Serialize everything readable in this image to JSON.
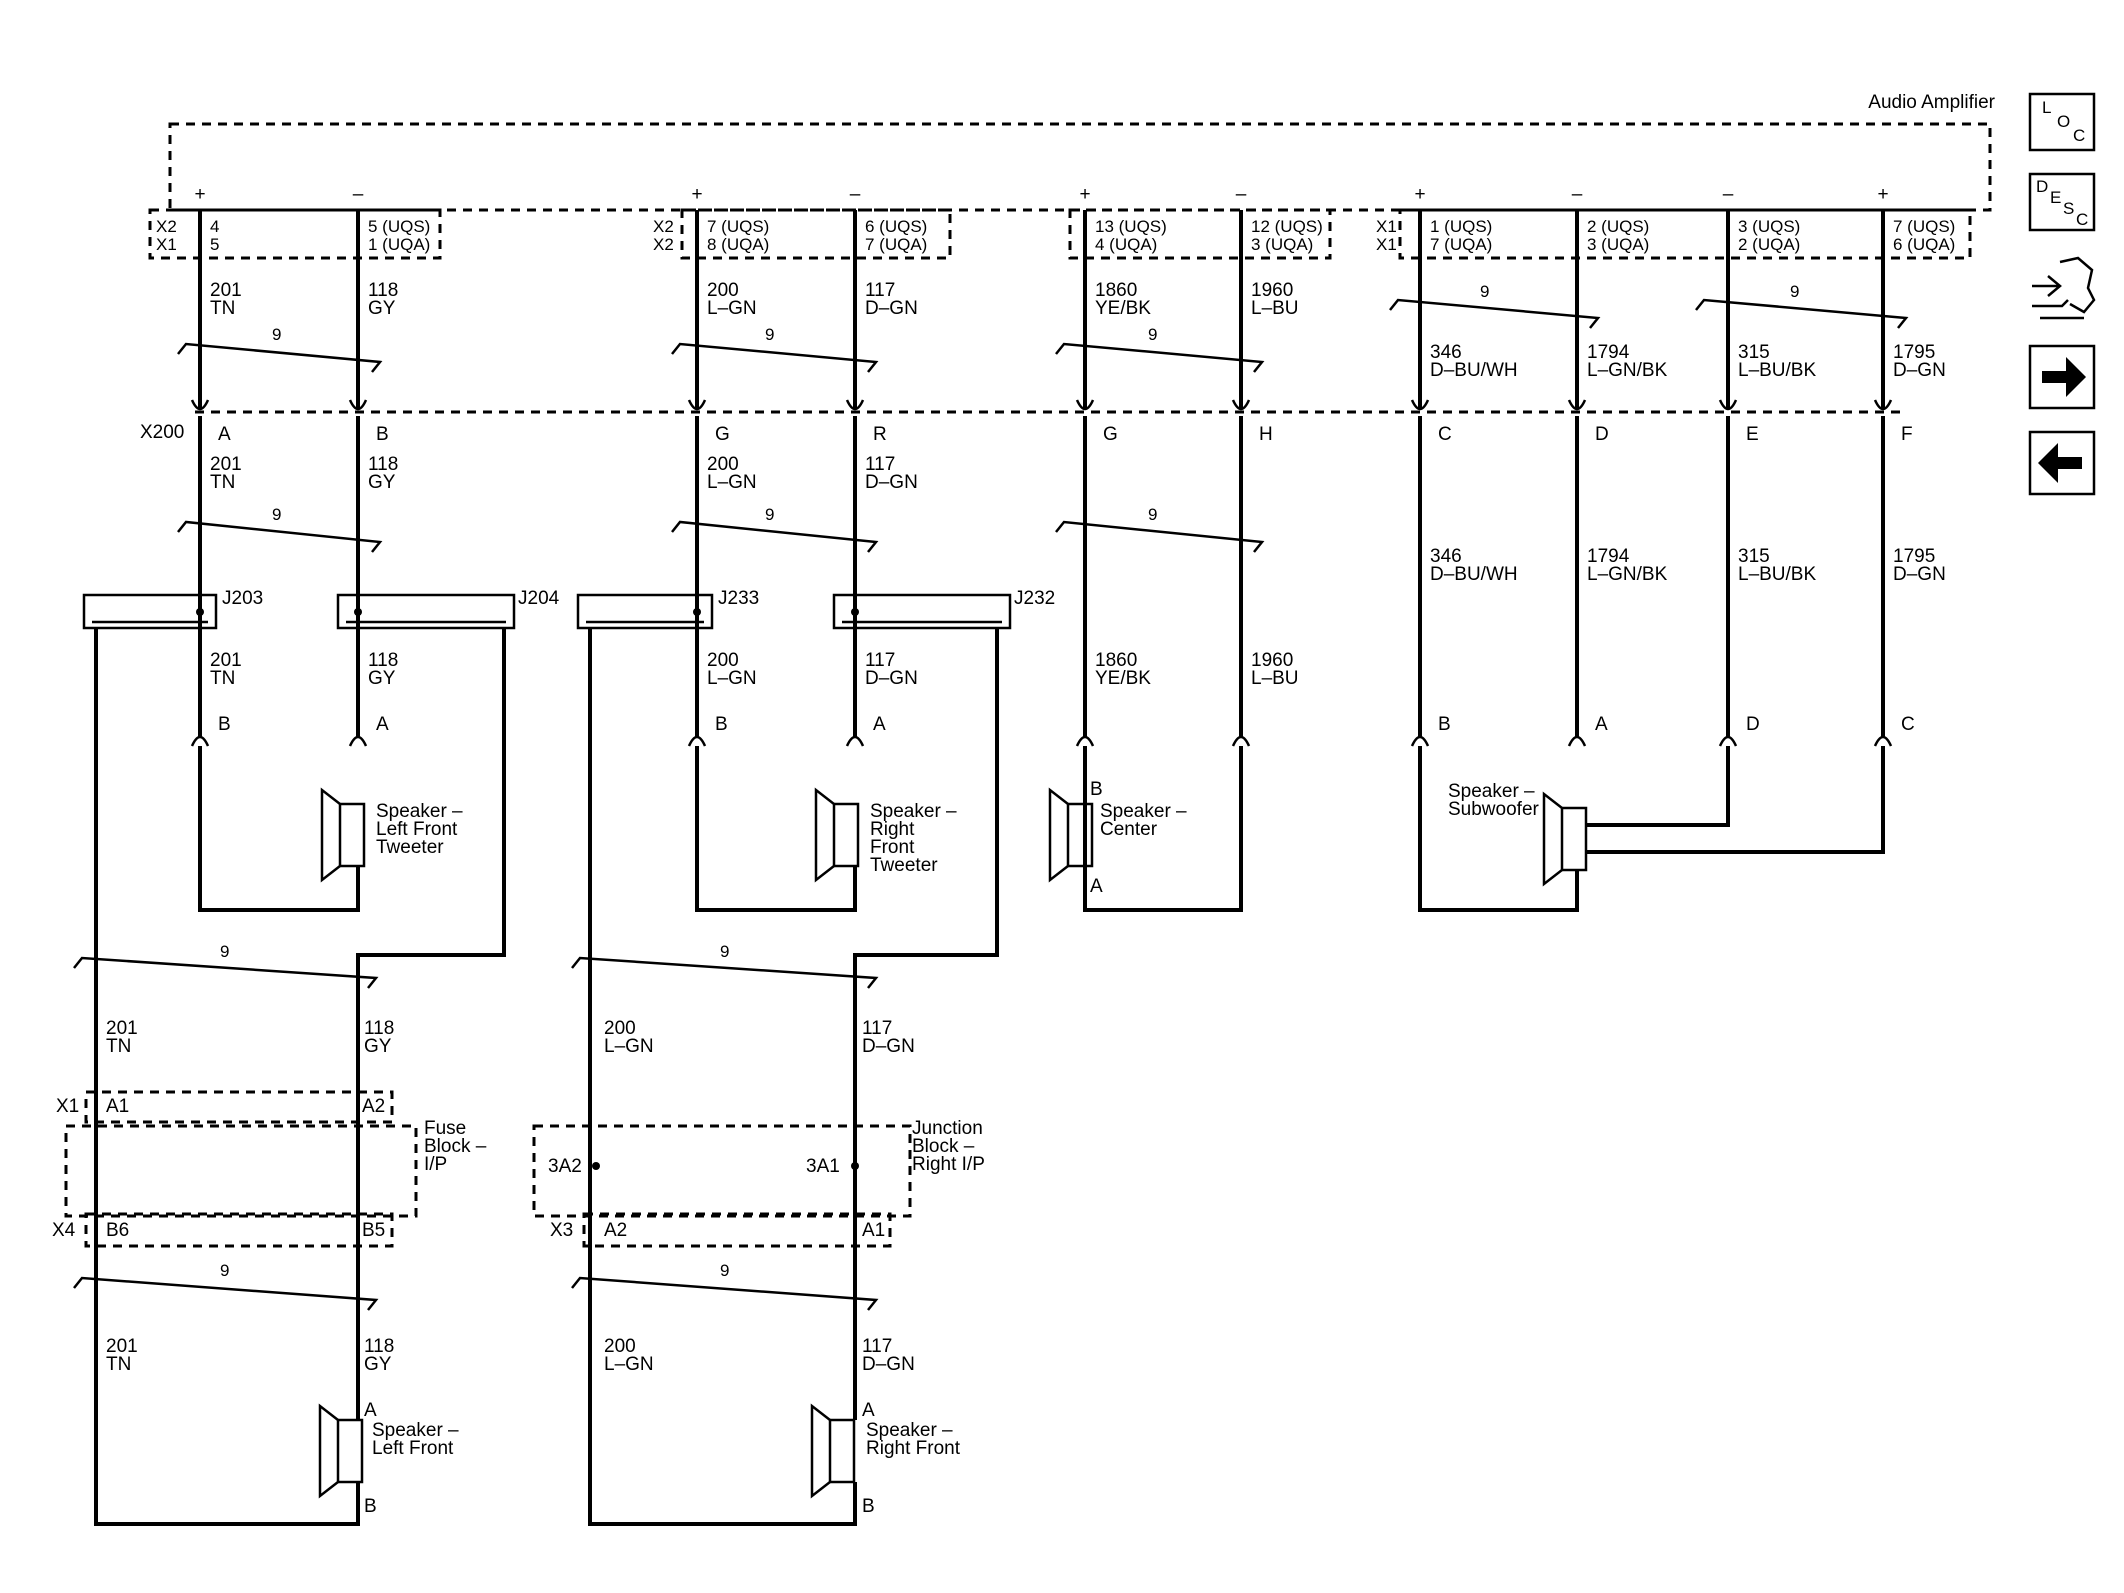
{
  "amplifier": {
    "title": "Audio Amplifier",
    "pins": [
      {
        "pol": "+",
        "conn": "X2\nX1",
        "pin": "4\n5",
        "wire": "201\nTN"
      },
      {
        "pol": "–",
        "conn": "",
        "pin": "5 (UQS)\n1 (UQA)",
        "wire": "118\nGY"
      },
      {
        "pol": "+",
        "conn": "X2\nX2",
        "pin": "7 (UQS)\n8 (UQA)",
        "wire": "200\nL–GN"
      },
      {
        "pol": "–",
        "conn": "",
        "pin": "6 (UQS)\n7 (UQA)",
        "wire": "117\nD–GN"
      },
      {
        "pol": "+",
        "conn": "",
        "pin": "13 (UQS)\n4 (UQA)",
        "wire": "1860\nYE/BK"
      },
      {
        "pol": "–",
        "conn": "",
        "pin": "12 (UQS)\n3 (UQA)",
        "wire": "1960\nL–BU"
      },
      {
        "pol": "+",
        "conn": "X1\nX1",
        "pin": "1 (UQS)\n7 (UQA)",
        "wire": "346\nD–BU/WH"
      },
      {
        "pol": "–",
        "conn": "",
        "pin": "2 (UQS)\n3 (UQA)",
        "wire": "1794\nL–GN/BK"
      },
      {
        "pol": "–",
        "conn": "",
        "pin": "3 (UQS)\n2 (UQA)",
        "wire": "315\nL–BU/BK"
      },
      {
        "pol": "+",
        "conn": "",
        "pin": "7 (UQS)\n6 (UQA)",
        "wire": "1795\nD–GN"
      }
    ]
  },
  "x200": {
    "label": "X200",
    "pins": [
      "A",
      "B",
      "G",
      "R",
      "G",
      "H",
      "C",
      "D",
      "E",
      "F"
    ]
  },
  "twist_label": "9",
  "splices": [
    "J203",
    "J204",
    "J233",
    "J232"
  ],
  "speaker_pins": {
    "lf_tweeter": [
      "B",
      "A"
    ],
    "rf_tweeter": [
      "B",
      "A"
    ],
    "center": [
      "B",
      "A"
    ],
    "subwoofer": [
      "B",
      "A",
      "D",
      "C"
    ],
    "left_front": [
      "A",
      "B"
    ],
    "right_front": [
      "A",
      "B"
    ]
  },
  "speakers": {
    "lf_tweeter": "Speaker –\nLeft Front\nTweeter",
    "rf_tweeter": "Speaker –\nRight\nFront\nTweeter",
    "center": "Speaker –\nCenter",
    "subwoofer": "Speaker –\nSubwoofer",
    "left_front": "Speaker –\nLeft Front",
    "right_front": "Speaker –\nRight Front"
  },
  "lower_wires": {
    "left": [
      "201\nTN",
      "118\nGY"
    ],
    "right": [
      "200\nL–GN",
      "117\nD–GN"
    ]
  },
  "fuse_block": {
    "label": "Fuse\nBlock –\nI/P",
    "top_conn": "X1",
    "top_pins": [
      "A1",
      "A2"
    ],
    "bot_conn": "X4",
    "bot_pins": [
      "B6",
      "B5"
    ]
  },
  "junction_block": {
    "label": "Junction\nBlock –\nRight I/P",
    "inner_pins": [
      "3A2",
      "3A1"
    ],
    "bot_conn": "X3",
    "bot_pins": [
      "A2",
      "A1"
    ]
  },
  "nav": {
    "loc": [
      "L",
      "O",
      "C"
    ],
    "desc": [
      "D",
      "E",
      "S",
      "C"
    ],
    "icons": [
      "connector-icon",
      "next-arrow-icon",
      "back-arrow-icon"
    ]
  }
}
